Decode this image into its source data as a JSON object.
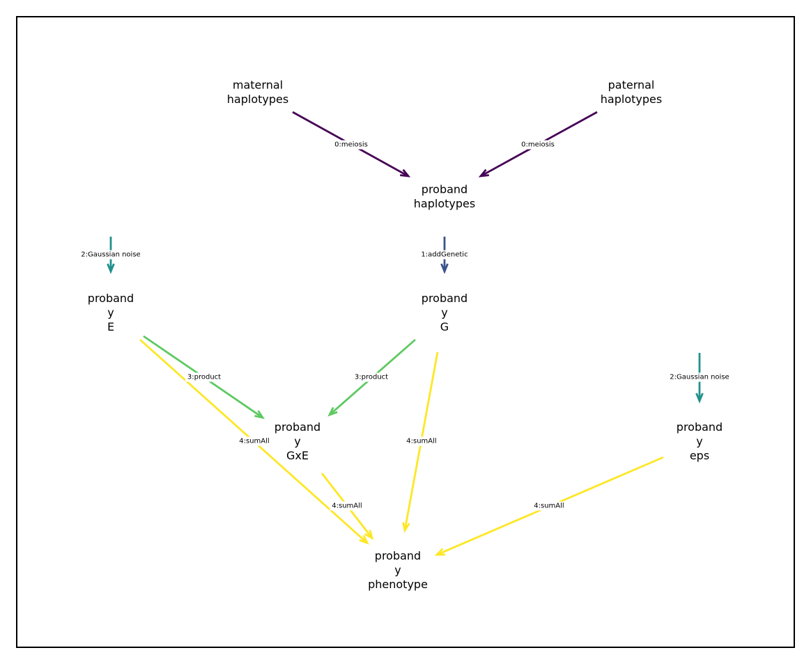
{
  "nodes": [
    {
      "id": "maternal",
      "lines": [
        "maternal",
        "haplotypes"
      ]
    },
    {
      "id": "paternal",
      "lines": [
        "paternal",
        "haplotypes"
      ]
    },
    {
      "id": "proband_hap",
      "lines": [
        "proband",
        "haplotypes"
      ]
    },
    {
      "id": "proband_E",
      "lines": [
        "proband",
        "y",
        "E"
      ]
    },
    {
      "id": "proband_G",
      "lines": [
        "proband",
        "y",
        "G"
      ]
    },
    {
      "id": "proband_GxE",
      "lines": [
        "proband",
        "y",
        "GxE"
      ]
    },
    {
      "id": "proband_eps",
      "lines": [
        "proband",
        "y",
        "eps"
      ]
    },
    {
      "id": "proband_pheno",
      "lines": [
        "proband",
        "y",
        "phenotype"
      ]
    }
  ],
  "edges": [
    {
      "id": "e-maternal-hap",
      "from": "maternal",
      "to": "proband_hap",
      "label": "0:meiosis",
      "color": "#440154"
    },
    {
      "id": "e-paternal-hap",
      "from": "paternal",
      "to": "proband_hap",
      "label": "0:meiosis",
      "color": "#440154"
    },
    {
      "id": "e-hap-G",
      "from": "proband_hap",
      "to": "proband_G",
      "label": "1:addGenetic",
      "color": "#3b528b"
    },
    {
      "id": "e-noise-E",
      "from": null,
      "to": "proband_E",
      "label": "2:Gaussian noise",
      "color": "#21918c"
    },
    {
      "id": "e-noise-eps",
      "from": null,
      "to": "proband_eps",
      "label": "2:Gaussian noise",
      "color": "#21918c"
    },
    {
      "id": "e-E-GxE",
      "from": "proband_E",
      "to": "proband_GxE",
      "label": "3:product",
      "color": "#5ec962"
    },
    {
      "id": "e-G-GxE",
      "from": "proband_G",
      "to": "proband_GxE",
      "label": "3:product",
      "color": "#5ec962"
    },
    {
      "id": "e-E-pheno",
      "from": "proband_E",
      "to": "proband_pheno",
      "label": "4:sumAll",
      "color": "#fde725"
    },
    {
      "id": "e-G-pheno",
      "from": "proband_G",
      "to": "proband_pheno",
      "label": "4:sumAll",
      "color": "#fde725"
    },
    {
      "id": "e-GxE-pheno",
      "from": "proband_GxE",
      "to": "proband_pheno",
      "label": "4:sumAll",
      "color": "#fde725"
    },
    {
      "id": "e-eps-pheno",
      "from": "proband_eps",
      "to": "proband_pheno",
      "label": "4:sumAll",
      "color": "#fde725"
    }
  ]
}
